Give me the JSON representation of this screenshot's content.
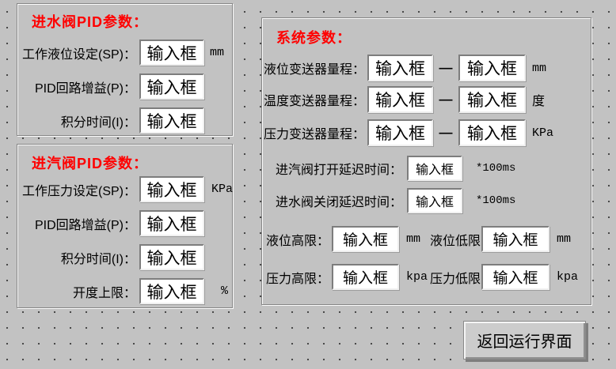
{
  "colors": {
    "background": "#c2c2c2",
    "grid_dot": "#3a3a3a",
    "group_title_red": "#ff0000",
    "text": "#000000",
    "input_bg": "#ffffff"
  },
  "water_pid_group": {
    "title": "进水阀PID参数：",
    "rows": [
      {
        "label": "工作液位设定(SP)：",
        "value": "输入框",
        "unit": "mm"
      },
      {
        "label": "PID回路增益(P)：",
        "value": "输入框",
        "unit": ""
      },
      {
        "label": "积分时间(I)：",
        "value": "输入框",
        "unit": ""
      }
    ]
  },
  "steam_pid_group": {
    "title": "进汽阀PID参数：",
    "rows": [
      {
        "label": "工作压力设定(SP)：",
        "value": "输入框",
        "unit": "KPa"
      },
      {
        "label": "PID回路增益(P)：",
        "value": "输入框",
        "unit": ""
      },
      {
        "label": "积分时间(I)：",
        "value": "输入框",
        "unit": ""
      },
      {
        "label": "开度上限：",
        "value": "输入框",
        "unit": "%"
      }
    ]
  },
  "system_group": {
    "title": "系统参数：",
    "range_rows": [
      {
        "label": "液位变送器量程：",
        "min": "输入框",
        "dash": "—",
        "max": "输入框",
        "unit": "mm"
      },
      {
        "label": "温度变送器量程：",
        "min": "输入框",
        "dash": "—",
        "max": "输入框",
        "unit": "度"
      },
      {
        "label": "压力变送器量程：",
        "min": "输入框",
        "dash": "—",
        "max": "输入框",
        "unit": "KPa"
      }
    ],
    "delay_rows": [
      {
        "label": "进汽阀打开延迟时间：",
        "value": "输入框",
        "unit": "*100ms"
      },
      {
        "label": "进水阀关闭延迟时间：",
        "value": "输入框",
        "unit": "*100ms"
      }
    ],
    "limit_rows": [
      {
        "hi_label": "液位高限：",
        "hi_value": "输入框",
        "hi_unit": "mm",
        "lo_label": "液位低限：",
        "lo_value": "输入框",
        "lo_unit": "mm"
      },
      {
        "hi_label": "压力高限：",
        "hi_value": "输入框",
        "hi_unit": "kpa",
        "lo_label": "压力低限：",
        "lo_value": "输入框",
        "lo_unit": "kpa"
      }
    ]
  },
  "return_button": {
    "label": "返回运行界面"
  }
}
